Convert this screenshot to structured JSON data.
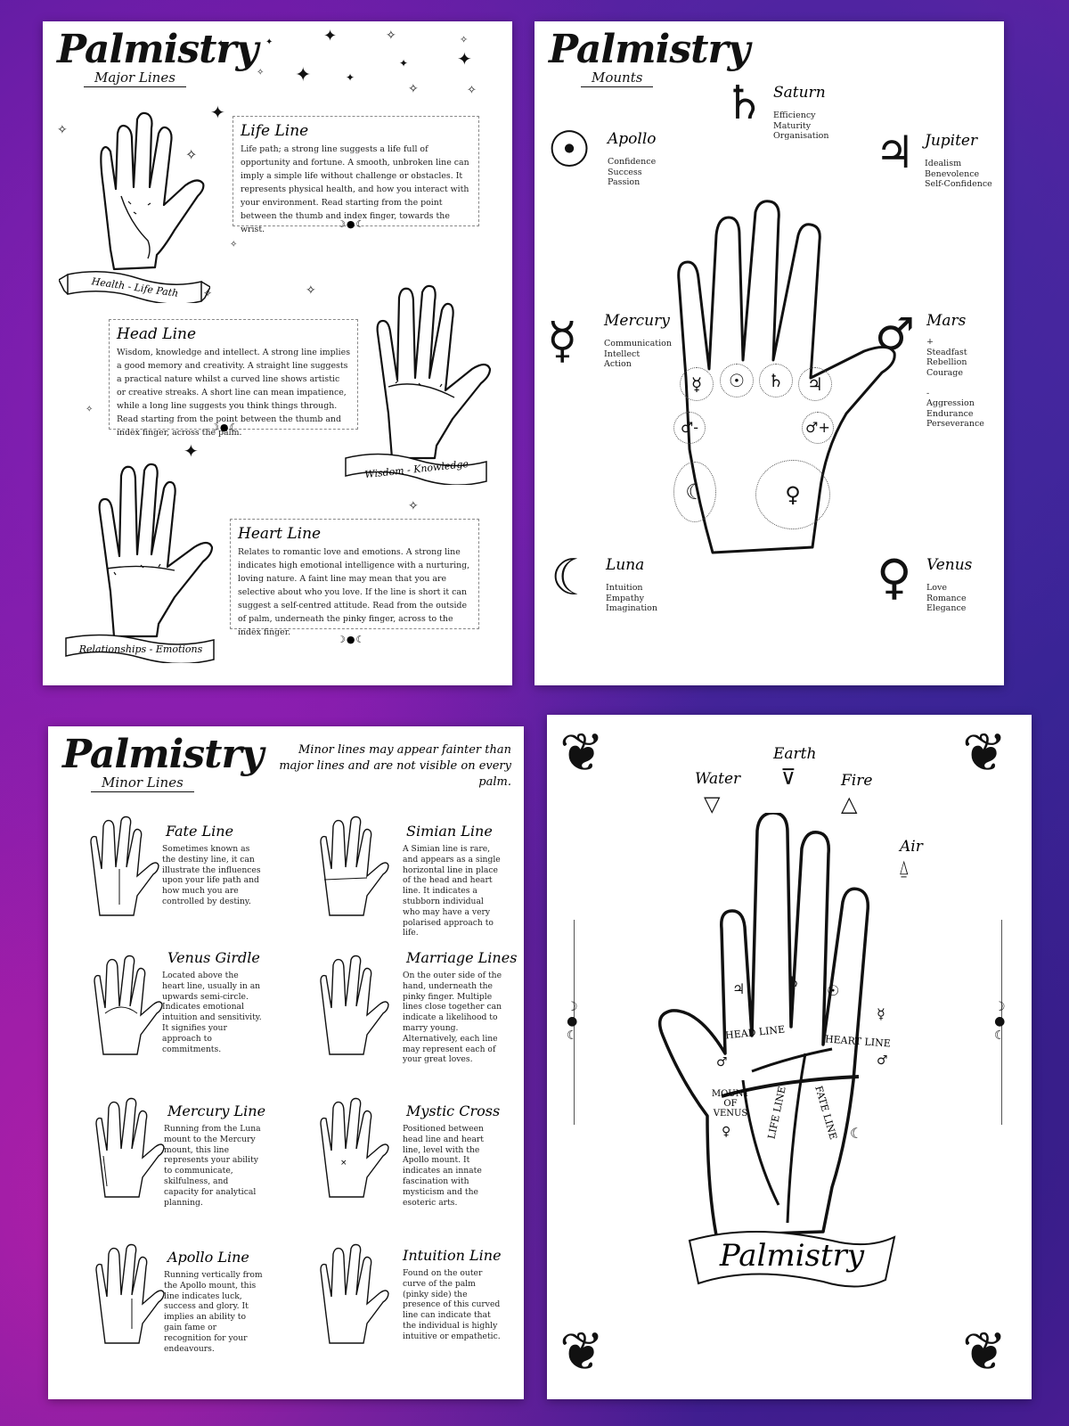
{
  "major": {
    "title": "Palmistry",
    "subtitle": "Major Lines",
    "life": {
      "heading": "Life Line",
      "text": "Life path; a strong line suggests a life full of opportunity and fortune. A smooth, unbroken line can imply a simple life without challenge or obstacles. It represents physical health, and how you interact with your environment. Read starting from the point between the thumb and index finger, towards the wrist.",
      "banner": "Health - Life Path"
    },
    "head": {
      "heading": "Head Line",
      "text": "Wisdom, knowledge and intellect. A strong line implies a good memory and creativity. A straight line suggests a practical nature whilst a curved line shows artistic or creative streaks. A short line can mean impatience, while a long line suggests you think things through. Read starting from the point between the thumb and index finger, across the palm.",
      "banner": "Wisdom - Knowledge"
    },
    "heart": {
      "heading": "Heart Line",
      "text": "Relates to romantic love and emotions. A strong line indicates high emotional intelligence with a nurturing, loving nature. A faint line may mean that you are selective about who you love. If the line is short it can suggest a self-centred attitude. Read from the outside of palm, underneath the pinky finger, across to the index finger.",
      "banner": "Relationships - Emotions"
    }
  },
  "mounts": {
    "title": "Palmistry",
    "subtitle": "Mounts",
    "items": [
      {
        "name": "Saturn",
        "symbol": "♄",
        "traits": "Efficiency\nMaturity\nOrganisation"
      },
      {
        "name": "Apollo",
        "symbol": "☉",
        "traits": "Confidence\nSuccess\nPassion"
      },
      {
        "name": "Jupiter",
        "symbol": "♃",
        "traits": "Idealism\nBenevolence\nSelf-Confidence"
      },
      {
        "name": "Mercury",
        "symbol": "☿",
        "traits": "Communication\nIntellect\nAction"
      },
      {
        "name": "Mars",
        "symbol": "♂",
        "traits": "+\nSteadfast\nRebellion\nCourage\n\n-\nAggression\nEndurance\nPerseverance"
      },
      {
        "name": "Luna",
        "symbol": "☾",
        "traits": "Intuition\nEmpathy\nImagination"
      },
      {
        "name": "Venus",
        "symbol": "♀",
        "traits": "Love\nRomance\nElegance"
      }
    ],
    "palm_symbols": [
      "☿",
      "☉",
      "♄",
      "♃",
      "♂-",
      "♂+",
      "☾",
      "♀"
    ]
  },
  "minor": {
    "title": "Palmistry",
    "subtitle": "Minor Lines",
    "note": "Minor lines may appear fainter than major lines and are not visible on every palm.",
    "items": [
      {
        "heading": "Fate Line",
        "text": "Sometimes known as the destiny line, it can illustrate the influences upon your life path and how much you are controlled by destiny."
      },
      {
        "heading": "Simian Line",
        "text": "A Simian line is rare, and appears as a single horizontal line in place of the head and heart line. It indicates a stubborn individual who may have a very polarised approach to life."
      },
      {
        "heading": "Venus Girdle",
        "text": "Located above the heart line, usually in an upwards semi-circle. Indicates emotional intuition and sensitivity. It signifies your approach to commitments."
      },
      {
        "heading": "Marriage Lines",
        "text": "On the outer side of the hand, underneath the pinky finger. Multiple lines close together can indicate a likelihood to marry young. Alternatively, each line may represent each of your great loves."
      },
      {
        "heading": "Mercury Line",
        "text": "Running from the Luna mount to the Mercury mount, this line represents your ability to communicate, skilfulness, and capacity for analytical planning."
      },
      {
        "heading": "Mystic Cross",
        "text": "Positioned between head line and heart line, level with the Apollo mount. It indicates an innate fascination with mysticism and the esoteric arts."
      },
      {
        "heading": "Apollo Line",
        "text": "Running vertically from the Apollo mount, this line indicates luck, success and glory. It implies an ability to gain fame or recognition for your endeavours."
      },
      {
        "heading": "Intuition Line",
        "text": "Found on the outer curve of the palm (pinky side) the presence of this curved line can indicate that the individual is highly intuitive or empathetic."
      }
    ]
  },
  "elements": {
    "water": "Water",
    "earth": "Earth",
    "fire": "Fire",
    "air": "Air",
    "head_line": "HEAD LINE",
    "heart_line": "HEART LINE",
    "life_line": "LIFE LINE",
    "fate_line": "FATE LINE",
    "mount_of_venus": [
      "MOUNT",
      "OF",
      "VENUS"
    ],
    "banner": "Palmistry"
  }
}
